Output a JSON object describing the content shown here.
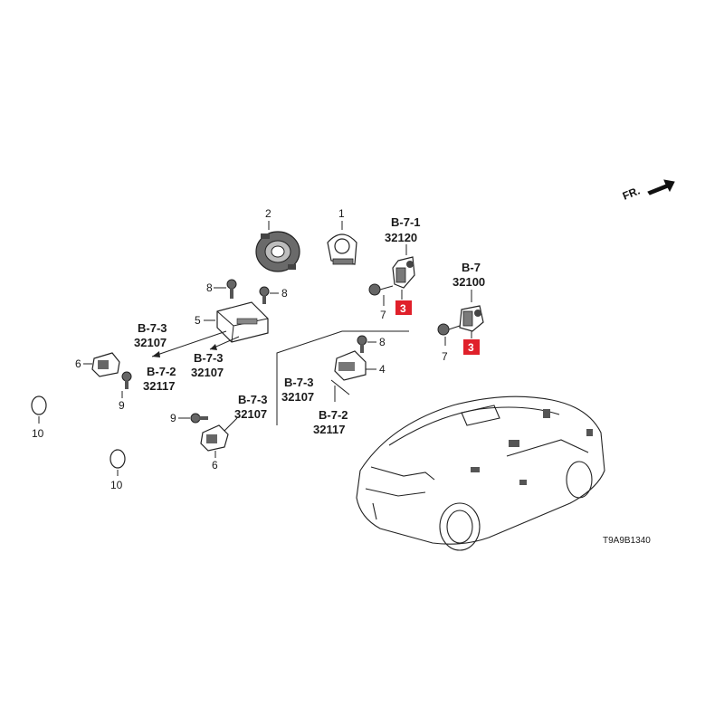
{
  "diagram_code": "T9A9B1340",
  "front_indicator": "FR.",
  "callouts": {
    "n1": "1",
    "n2": "2",
    "n3a": "3",
    "n3b": "3",
    "n4": "4",
    "n5": "5",
    "n6a": "6",
    "n6b": "6",
    "n7a": "7",
    "n7b": "7",
    "n8a": "8",
    "n8b": "8",
    "n8c": "8",
    "n9a": "9",
    "n9b": "9",
    "n10a": "10",
    "n10b": "10"
  },
  "references": {
    "r_b71": {
      "ref": "B-7-1",
      "code": "32120"
    },
    "r_b7": {
      "ref": "B-7",
      "code": "32100"
    },
    "r_b73_left": {
      "ref": "B-7-3",
      "code": "32107"
    },
    "r_b73_mid": {
      "ref": "B-7-3",
      "code": "32107"
    },
    "r_b72_left": {
      "ref": "B-7-2",
      "code": "32117"
    },
    "r_b73_low": {
      "ref": "B-7-3",
      "code": "32107"
    },
    "r_b73_right": {
      "ref": "B-7-3",
      "code": "32107"
    },
    "r_b72_right": {
      "ref": "B-7-2",
      "code": "32117"
    }
  },
  "colors": {
    "highlight": "#e0202a",
    "line": "#222222"
  }
}
